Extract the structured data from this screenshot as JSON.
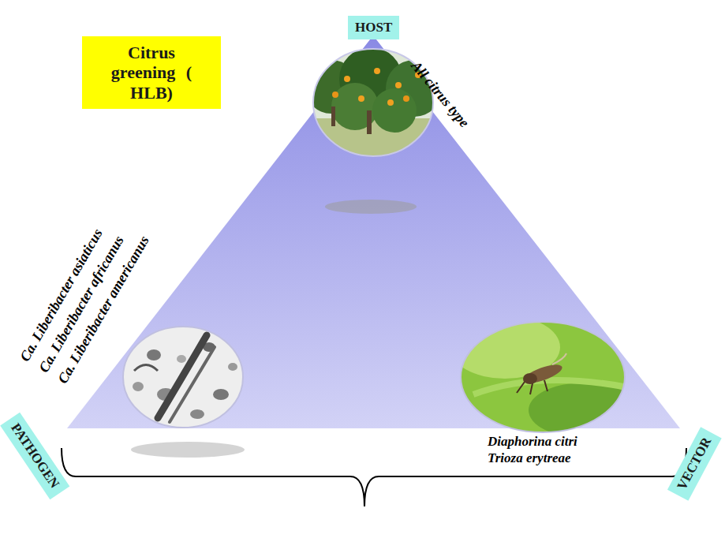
{
  "diagram": {
    "nodes": [
      {
        "text": [
          "Citrus greening ( HLB)"
        ]
      },
      {
        "text": [
          "HOST"
        ]
      },
      {
        "text": [
          "PATHOGEN"
        ]
      },
      {
        "text": [
          "VECTOR"
        ]
      }
    ],
    "labels": [
      "All citrus type",
      "Ca. Liberibacter asiaticus",
      "Ca. Liberibacter africanus",
      "Ca. Liberibacter americanus",
      "Diaphorina citri",
      "Trioza erytreae"
    ]
  }
}
